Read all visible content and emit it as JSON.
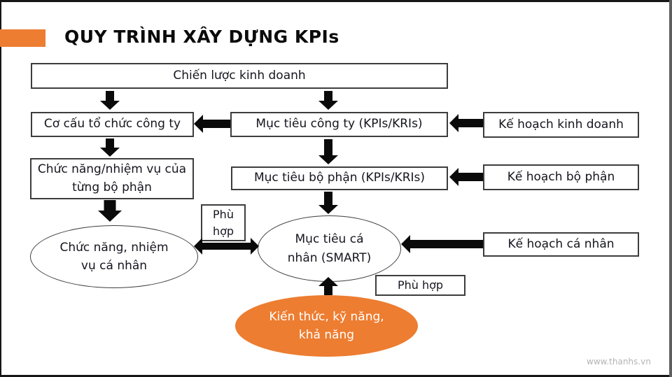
{
  "page": {
    "title": "QUY TRÌNH XÂY DỰNG KPIs",
    "watermark": "www.thanhs.vn",
    "accent_color": "#ED7D31",
    "text_color": "#15151f",
    "arrow_color": "#0a0a0a"
  },
  "boxes": {
    "strategy": "Chiến lược kinh doanh",
    "org_structure": "Cơ cấu tổ chức công ty",
    "company_goals": "Mục tiêu công ty (KPIs/KRIs)",
    "business_plan": "Kế hoạch kinh doanh",
    "dept_functions": [
      "Chức năng/nhiệm vụ của",
      "từng bộ phận"
    ],
    "dept_goals": "Mục tiêu bộ phận (KPIs/KRIs)",
    "dept_plan": "Kế hoạch bộ phận",
    "fit_vertical": [
      "Phù",
      "hợp"
    ],
    "personal_plan": "Kế hoạch cá nhân",
    "fit_horizontal": "Phù hợp"
  },
  "ellipses": {
    "personal_functions": [
      "Chức năng, nhiệm",
      "vụ cá nhân"
    ],
    "personal_goals": [
      "Mục tiêu cá",
      "nhân (SMART)"
    ],
    "competencies": [
      "Kiến thức, kỹ năng,",
      "khả năng"
    ]
  }
}
